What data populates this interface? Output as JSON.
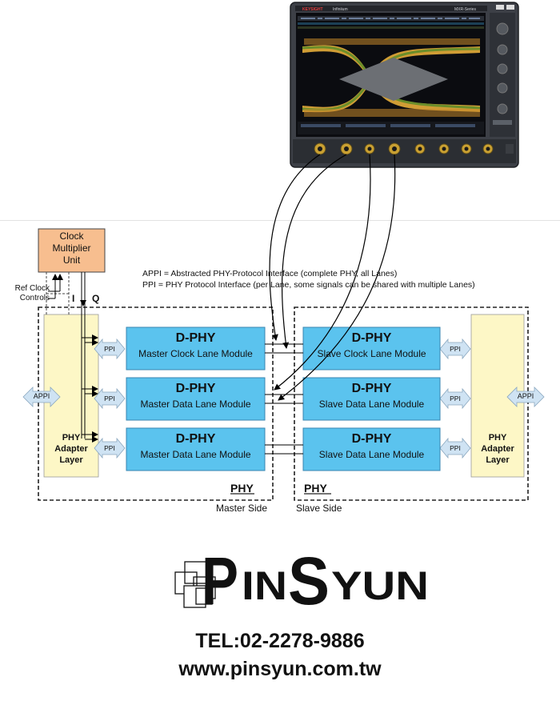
{
  "oscilloscope": {
    "brand": "KEYSIGHT",
    "model_line": "Infiniium",
    "series": "MXR-Series",
    "colors": {
      "body": "#3c3f46",
      "screen": "#0b0c10",
      "eye_outer": "#e5ad3a",
      "eye_core": "#6b8e2a",
      "eye_inner": "#6c6f74"
    }
  },
  "clock_unit": {
    "label_lines": [
      "Clock",
      "Multiplier",
      "Unit"
    ],
    "color": "#f7be8f"
  },
  "inputs": {
    "ref_clock_lines": [
      "Ref Clock",
      "Controls"
    ],
    "i_label": "I",
    "q_label": "Q"
  },
  "legend": {
    "appi": "APPI = Abstracted PHY-Protocol Interface (complete PHY, all Lanes)",
    "ppi": "PPI    = PHY Protocol Interface (per Lane, some signals can be shared with multiple Lanes)"
  },
  "master": {
    "adapter_lines": [
      "PHY",
      "Adapter",
      "Layer"
    ],
    "appi": "APPI",
    "ppi": [
      "PPI",
      "PPI",
      "PPI"
    ],
    "modules": [
      {
        "title": "D-PHY",
        "subtitle": "Master Clock Lane Module"
      },
      {
        "title": "D-PHY",
        "subtitle": "Master Data Lane Module"
      },
      {
        "title": "D-PHY",
        "subtitle": "Master Data Lane Module"
      }
    ],
    "phy_label": "PHY",
    "side_label": "Master Side"
  },
  "slave": {
    "adapter_lines": [
      "PHY",
      "Adapter",
      "Layer"
    ],
    "appi": "APPI",
    "ppi": [
      "PPI",
      "PPI",
      "PPI"
    ],
    "modules": [
      {
        "title": "D-PHY",
        "subtitle": "Slave Clock Lane Module"
      },
      {
        "title": "D-PHY",
        "subtitle": "Slave Data Lane Module"
      },
      {
        "title": "D-PHY",
        "subtitle": "Slave Data Lane Module"
      }
    ],
    "phy_label": "PHY",
    "side_label": "Slave Side"
  },
  "colors": {
    "module": "#5bc3ee",
    "adapter": "#fdf7c6",
    "arrow": "#cfe3f3"
  },
  "logo": {
    "text": "PINSYUN"
  },
  "contact": {
    "tel": "TEL:02-2278-9886",
    "web": "www.pinsyun.com.tw"
  }
}
